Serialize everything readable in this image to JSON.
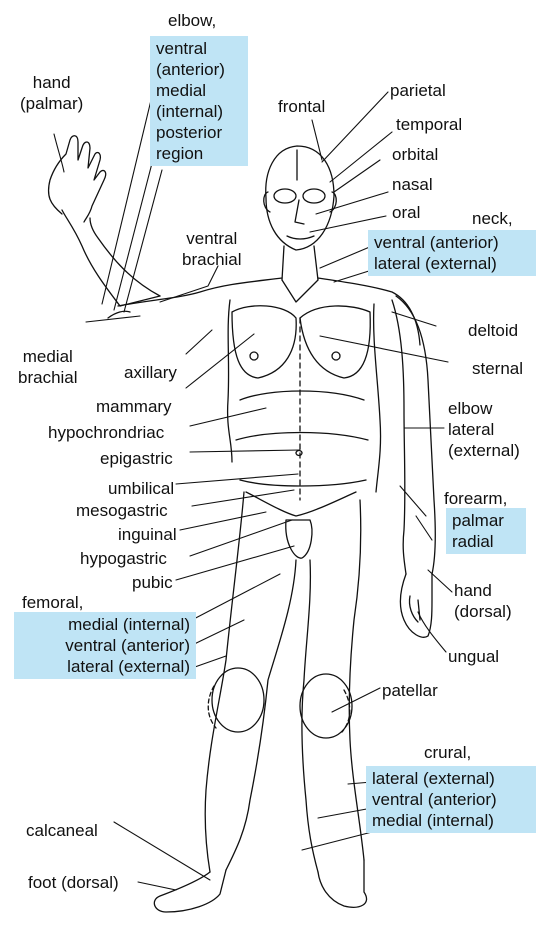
{
  "colors": {
    "highlight": "#bfe4f5",
    "line": "#111111"
  },
  "labels": {
    "elbow_title": "elbow,",
    "hand_palmar": [
      "hand",
      "(palmar)"
    ],
    "frontal": "frontal",
    "parietal": "parietal",
    "temporal": "temporal",
    "orbital": "orbital",
    "nasal": "nasal",
    "oral": "oral",
    "neck_title": "neck,",
    "ventral_brachial": [
      "ventral",
      "brachial"
    ],
    "deltoid": "deltoid",
    "medial_brachial": [
      "medial",
      "brachial"
    ],
    "axillary": "axillary",
    "sternal": "sternal",
    "mammary": "mammary",
    "hypochrondriac": "hypochrondriac",
    "elbow_lateral": [
      "elbow",
      "lateral",
      "(external)"
    ],
    "epigastric": "epigastric",
    "umbilical": "umbilical",
    "mesogastric": "mesogastric",
    "forearm_title": "forearm,",
    "inguinal": "inguinal",
    "hypogastric": "hypogastric",
    "pubic": "pubic",
    "hand_dorsal": [
      "hand",
      "(dorsal)"
    ],
    "femoral_title": "femoral,",
    "ungual": "ungual",
    "patellar": "patellar",
    "crural_title": "crural,",
    "calcaneal": "calcaneal",
    "foot_dorsal": "foot (dorsal)"
  },
  "boxes": {
    "elbow": [
      "ventral",
      "(anterior)",
      "medial",
      "(internal)",
      "posterior",
      "region"
    ],
    "neck": [
      "ventral (anterior)",
      "lateral (external)"
    ],
    "forearm": [
      "palmar",
      "radial"
    ],
    "femoral": [
      "medial (internal)",
      "ventral (anterior)",
      "lateral (external)"
    ],
    "crural": [
      "lateral (external)",
      "ventral (anterior)",
      "medial (internal)"
    ]
  }
}
